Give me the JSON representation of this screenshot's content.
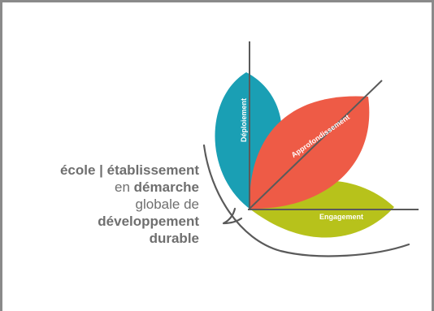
{
  "logo": {
    "line1": "école | établissement",
    "line2_prefix": "en ",
    "line2_bold": "démarche",
    "line3": "globale de",
    "line4": "développement",
    "line5": "durable"
  },
  "leaves": {
    "deploiement": "Déploiement",
    "approfondissement": "Approfondissement",
    "engagement": "Engagement"
  },
  "colors": {
    "deploiement": "#1a9fb4",
    "approfondissement": "#ee5b46",
    "engagement": "#b7c21b",
    "stroke": "#5a5a5a",
    "text": "#6f6f6f"
  }
}
